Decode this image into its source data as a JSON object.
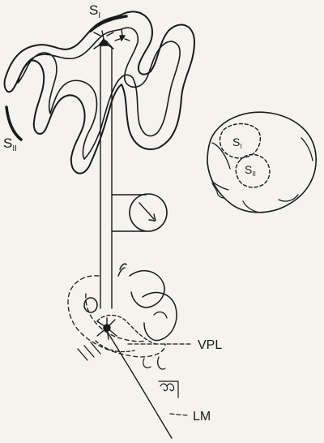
{
  "labels": {
    "s1_cortex": {
      "main": "S",
      "sub": "I"
    },
    "s2_cortex": {
      "main": "S",
      "sub": "II"
    },
    "s1_brain": {
      "main": "S",
      "sub": "I"
    },
    "s2_brain": {
      "main": "S",
      "sub": "II"
    },
    "vpl": "VPL",
    "lm": "LM"
  },
  "colors": {
    "ink": "#1a1a1a",
    "paper": "#f4f3ee"
  }
}
